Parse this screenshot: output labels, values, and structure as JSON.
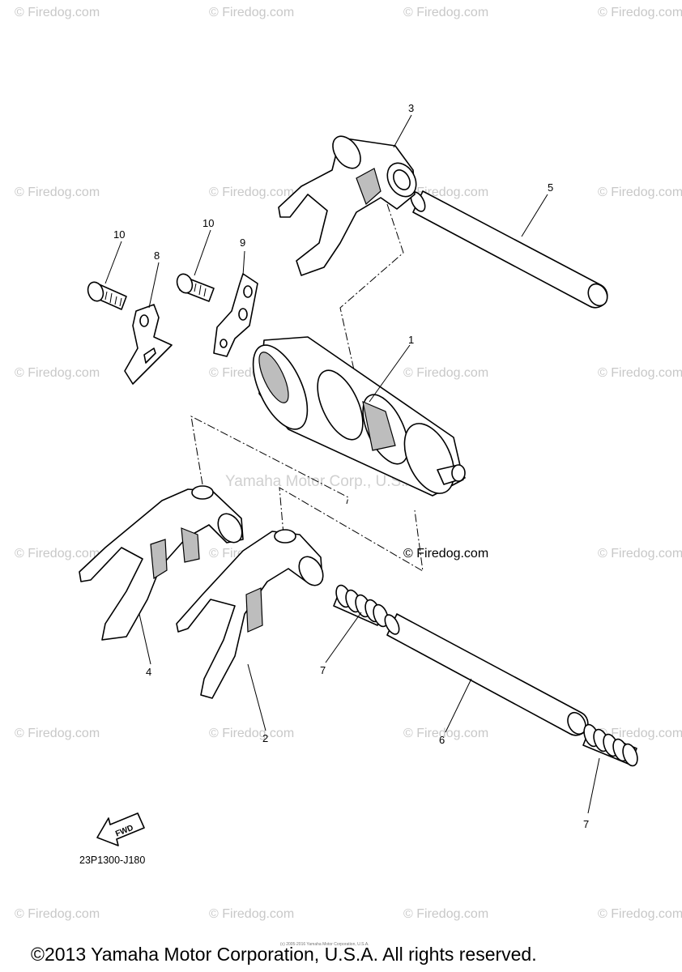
{
  "watermark": "© Firedog.com",
  "center_watermark": "Yamaha Motor Corp., U.S.A.",
  "inline_watermark": "© Firedog.com",
  "callouts": {
    "shift_drum": "1",
    "fork_2": "2",
    "fork_3": "3",
    "fork_4": "4",
    "rod_5": "5",
    "rod_6": "6",
    "spring_7a": "7",
    "spring_7b": "7",
    "plate_8": "8",
    "plate_9": "9",
    "bolt_10a": "10",
    "bolt_10b": "10"
  },
  "fwd_label": "FWD",
  "diagram_code": "23P1300-J180",
  "tiny_notice": "(c) 2005-2016 Yamaha Motor Corporation, U.S.A.",
  "copyright": "©2013 Yamaha Motor Corporation, U.S.A. All rights reserved."
}
